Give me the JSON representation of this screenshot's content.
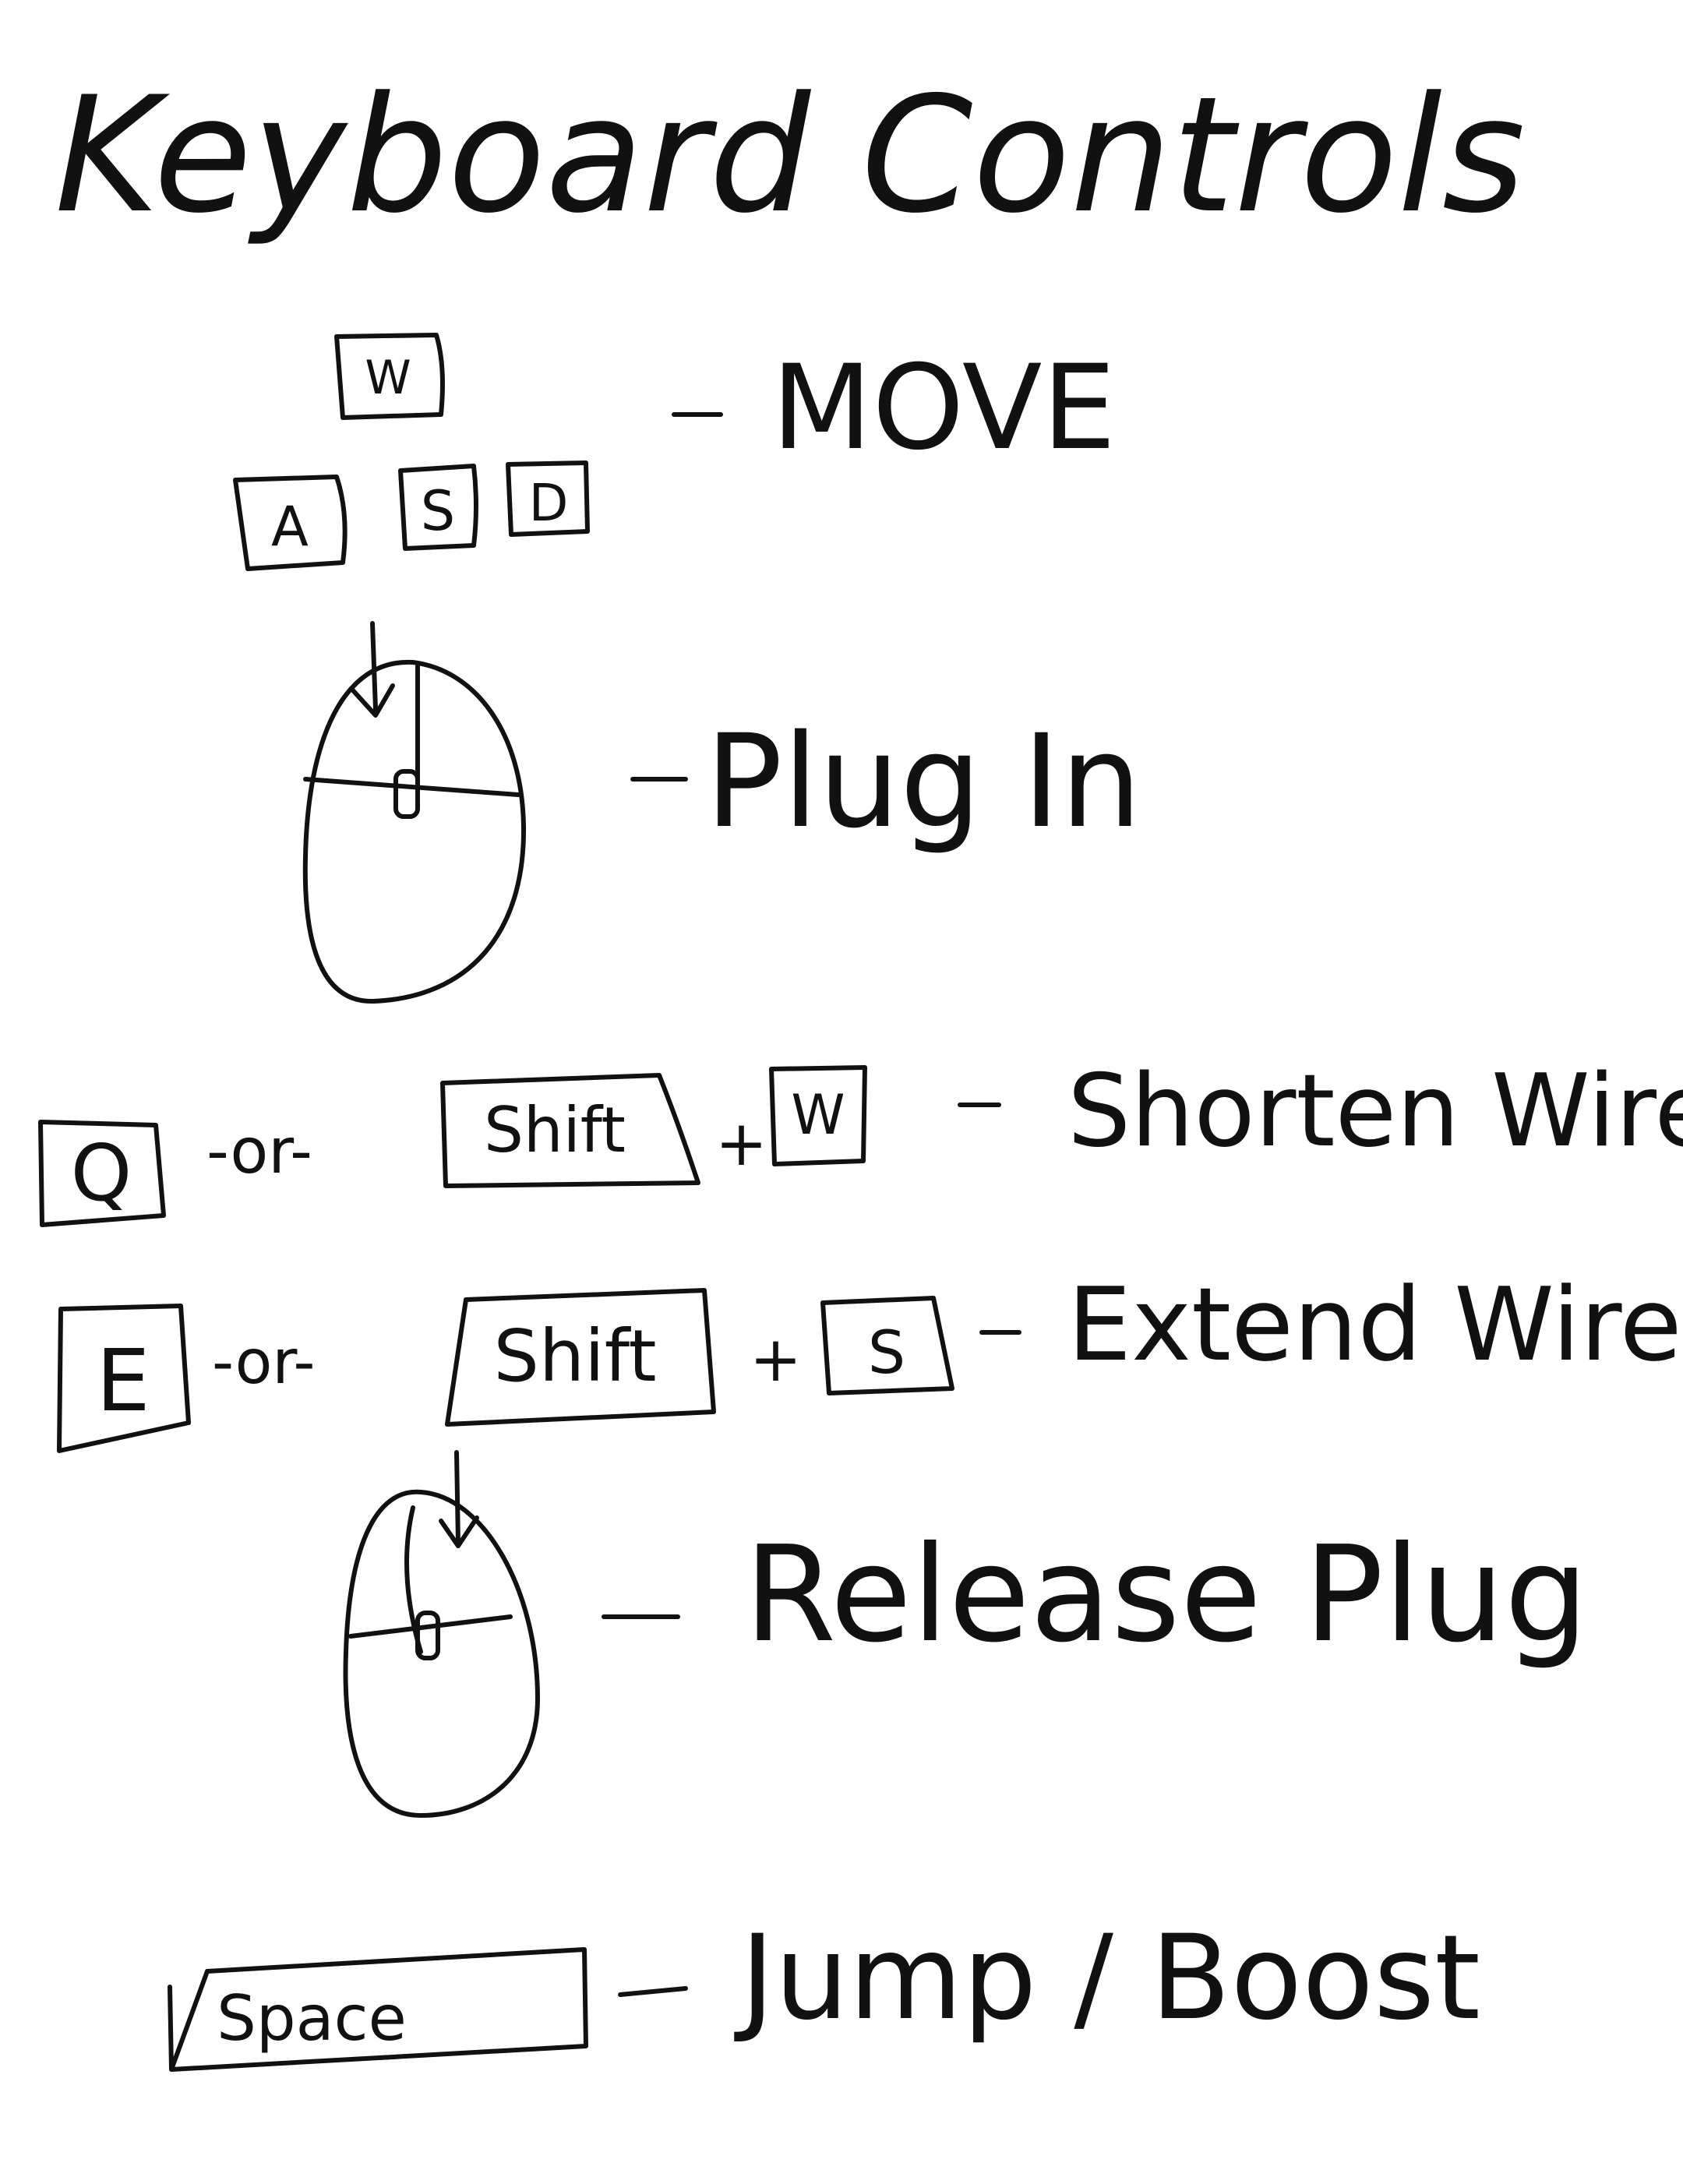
{
  "title": "Keyboard Controls",
  "controls": [
    {
      "keys": [
        "W",
        "A",
        "S",
        "D"
      ],
      "action": "MOVE"
    },
    {
      "device": "mouse-left-button",
      "action": "Plug In"
    },
    {
      "key": "Q",
      "separator": "-or-",
      "combo": [
        "Shift",
        "W"
      ],
      "action": "Shorten Wire"
    },
    {
      "key": "E",
      "separator": "-or-",
      "combo": [
        "Shift",
        "S"
      ],
      "action": "Extend Wire"
    },
    {
      "device": "mouse-right-button",
      "action": "Release Plug"
    },
    {
      "key": "Space",
      "action": "Jump / Boost"
    }
  ],
  "ink_color": "#111111",
  "background": "#ffffff"
}
